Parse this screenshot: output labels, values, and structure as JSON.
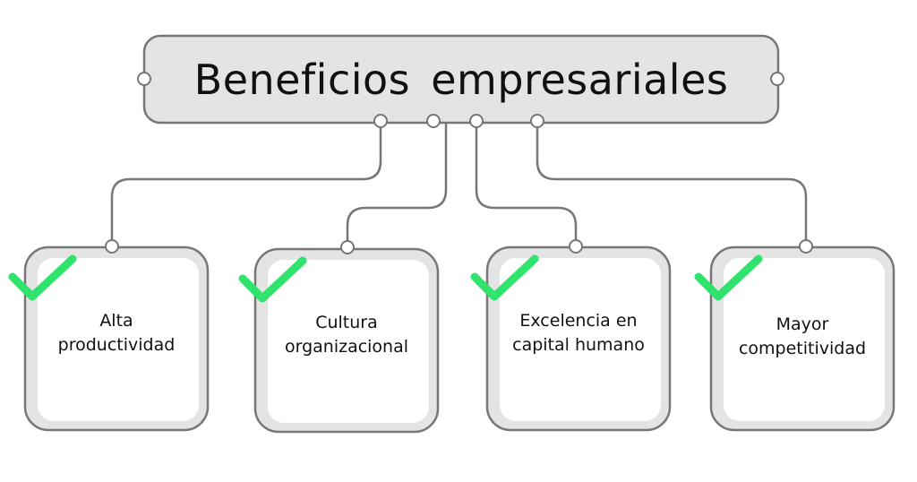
{
  "title": "Beneficios empresariales",
  "items": [
    {
      "line1": "Alta",
      "line2": "productividad"
    },
    {
      "line1": "Cultura",
      "line2": "organizacional"
    },
    {
      "line1": "Excelencia en",
      "line2": "capital humano"
    },
    {
      "line1": "Mayor",
      "line2": "competitividad"
    }
  ],
  "colors": {
    "check": "#2fe36c",
    "border": "#777777",
    "fill": "#e4e4e4"
  }
}
